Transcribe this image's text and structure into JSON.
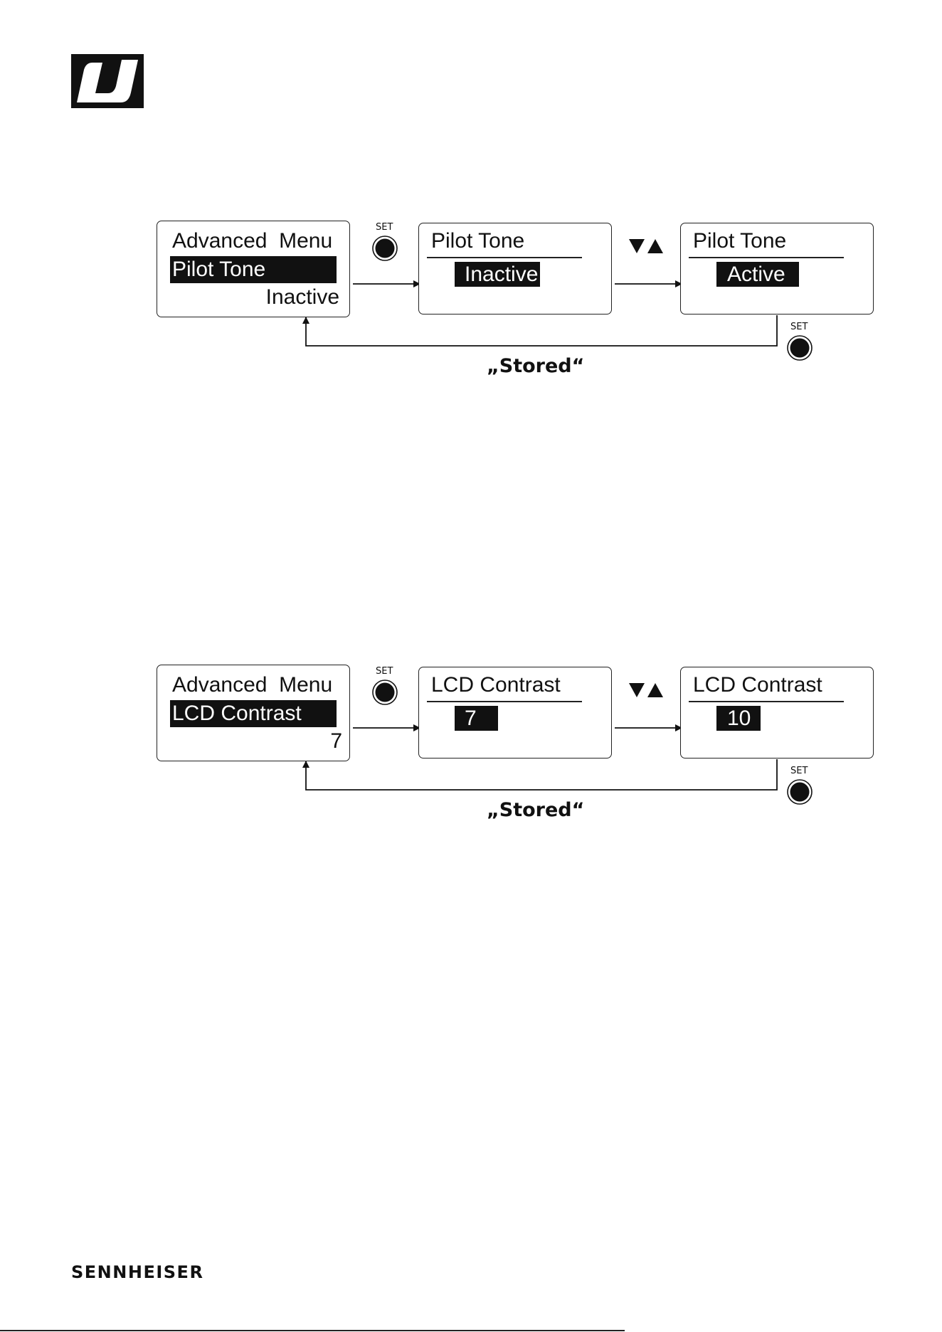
{
  "logo": {
    "icon": "sennheiser-s-logo-icon"
  },
  "diagrams": [
    {
      "menu_screen": {
        "title": "Advanced  Menu",
        "selected_item": "Pilot Tone",
        "current_value": "Inactive"
      },
      "set_label_1": "SET",
      "edit_screen": {
        "title": "Pilot Tone",
        "value": "Inactive"
      },
      "updown_icon": "down-up-arrows-icon",
      "result_screen": {
        "title": "Pilot Tone",
        "value": "Active"
      },
      "set_label_2": "SET",
      "stored_label": "„Stored“"
    },
    {
      "menu_screen": {
        "title": "Advanced  Menu",
        "selected_item": "LCD Contrast",
        "current_value": "7"
      },
      "set_label_1": "SET",
      "edit_screen": {
        "title": "LCD Contrast",
        "value": "7"
      },
      "updown_icon": "down-up-arrows-icon",
      "result_screen": {
        "title": "LCD Contrast",
        "value": "10"
      },
      "set_label_2": "SET",
      "stored_label": "„Stored“"
    }
  ],
  "footer": {
    "brand": "SENNHEISER"
  }
}
